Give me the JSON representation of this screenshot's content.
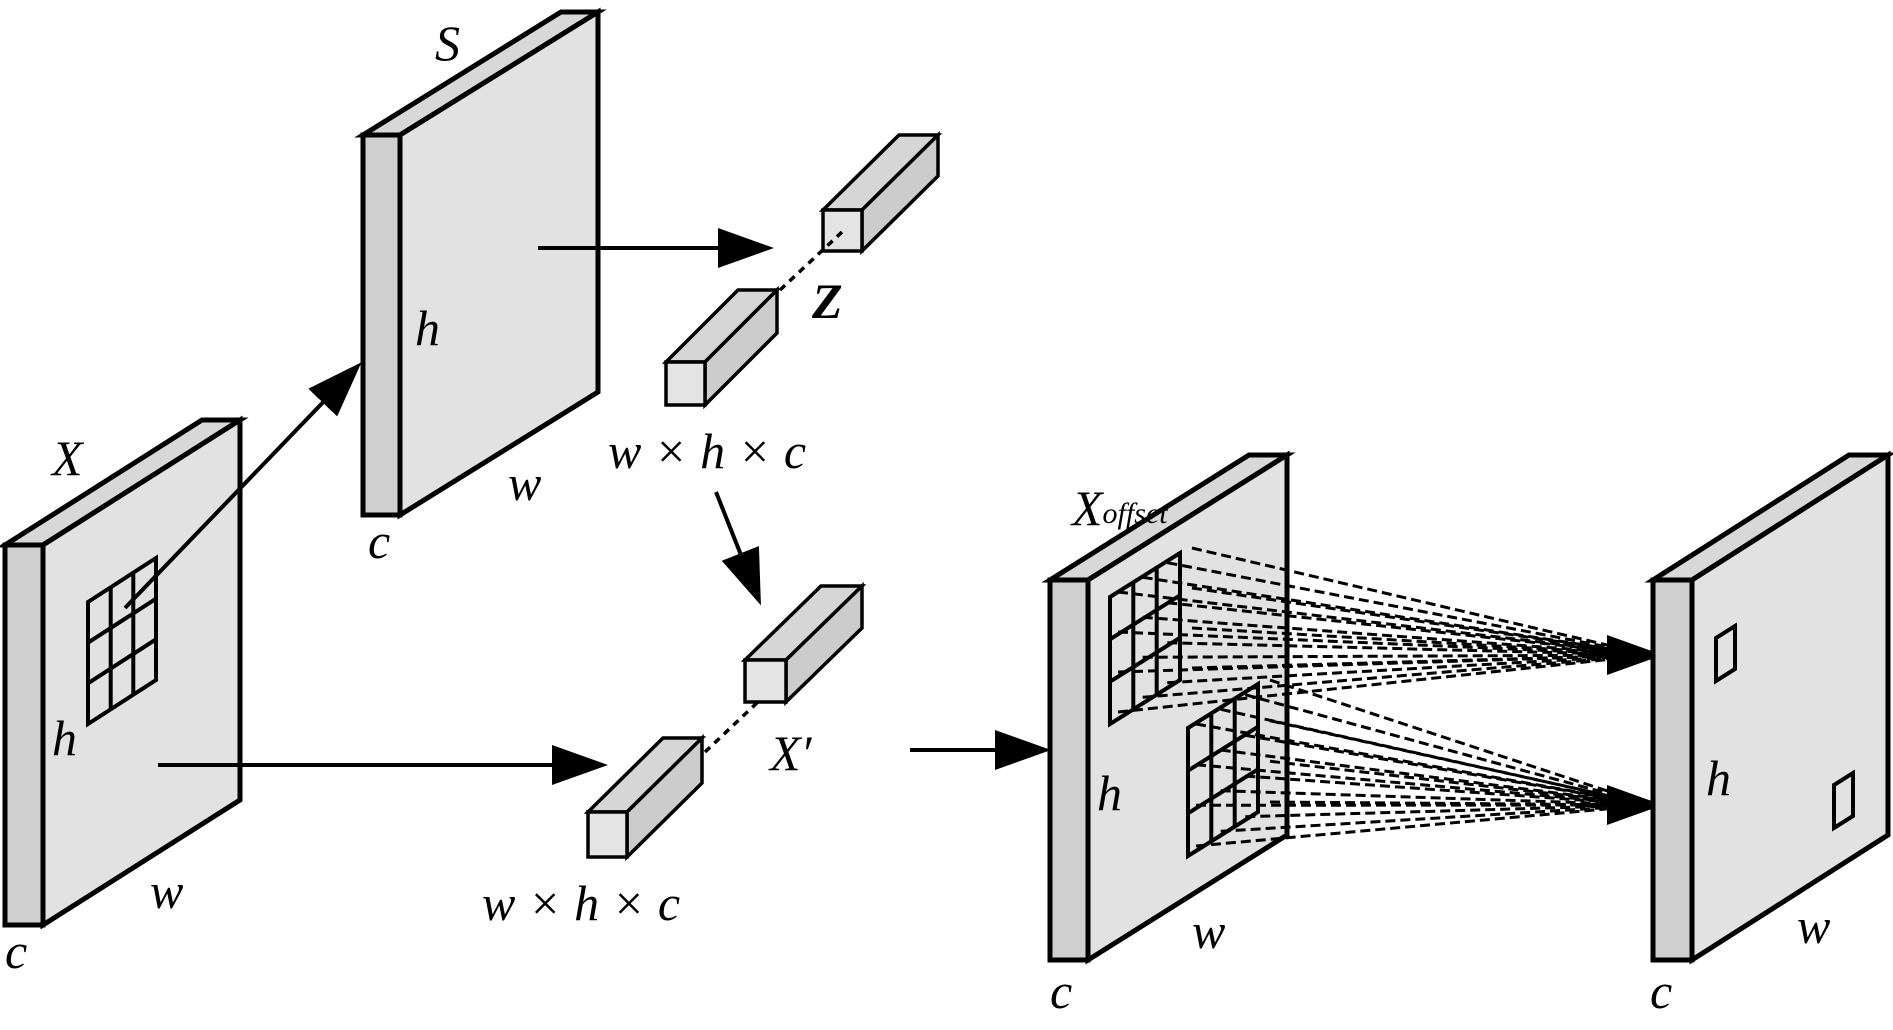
{
  "labels": {
    "x": "X",
    "s": "S",
    "z": "Z",
    "x_prime": "X′",
    "x_offset_main": "X",
    "x_offset_sub": "offset",
    "dims_top": "w × h × c",
    "dims_bottom": "w × h × c",
    "h": "h",
    "w": "w",
    "c": "c"
  }
}
